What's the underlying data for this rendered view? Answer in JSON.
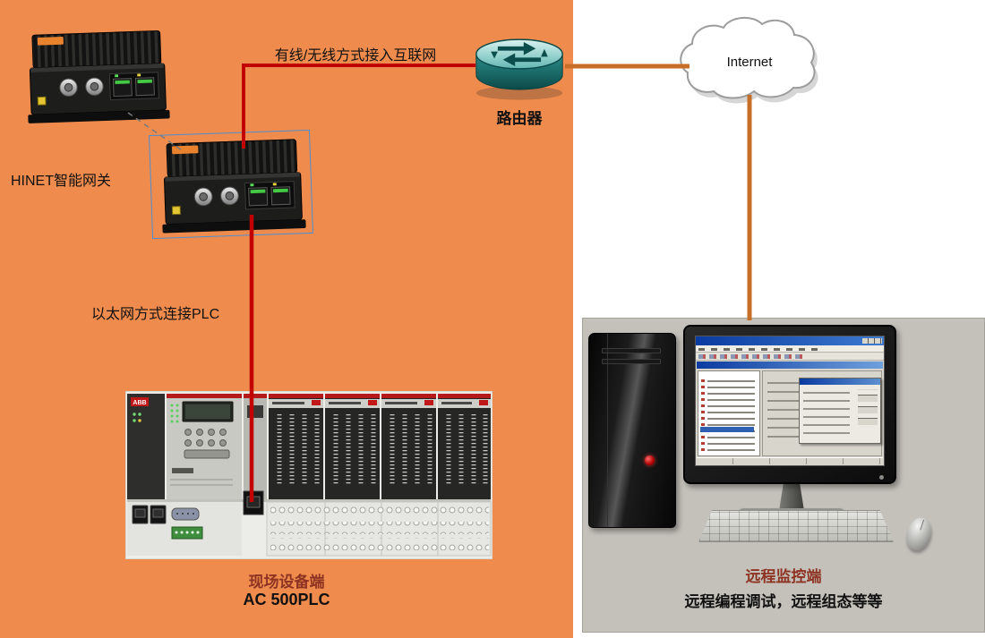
{
  "diagram": {
    "field_panel": {
      "internet_access_label": "有线/无线方式接入互联网",
      "gateway_label": "HINET智能网关",
      "router_label": "路由器",
      "ethernet_to_plc_label": "以太网方式连接PLC",
      "field_device_label": "现场设备端",
      "plc_model": "AC 500PLC",
      "plc_brand": "ABB"
    },
    "internet_cloud": {
      "label": "Internet"
    },
    "remote_panel": {
      "title": "远程监控端",
      "subtitle": "远程编程调试，远程组态等等"
    },
    "colors": {
      "field_panel_bg": "#EF8C4D",
      "remote_panel_bg": "#C4C1BB",
      "plc_link_red": "#C30000",
      "internet_link_orange": "#C76E28",
      "caption_accent": "#8E3222",
      "router_teal": "#2B8C89",
      "gateway_selection_blue": "#4D8FD1"
    }
  }
}
